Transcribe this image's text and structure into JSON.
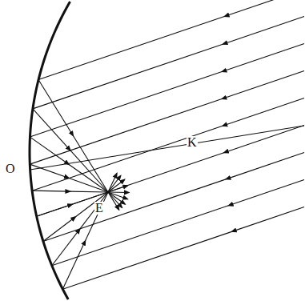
{
  "diagram": {
    "labels": [
      "O",
      "K",
      "E"
    ]
  }
}
